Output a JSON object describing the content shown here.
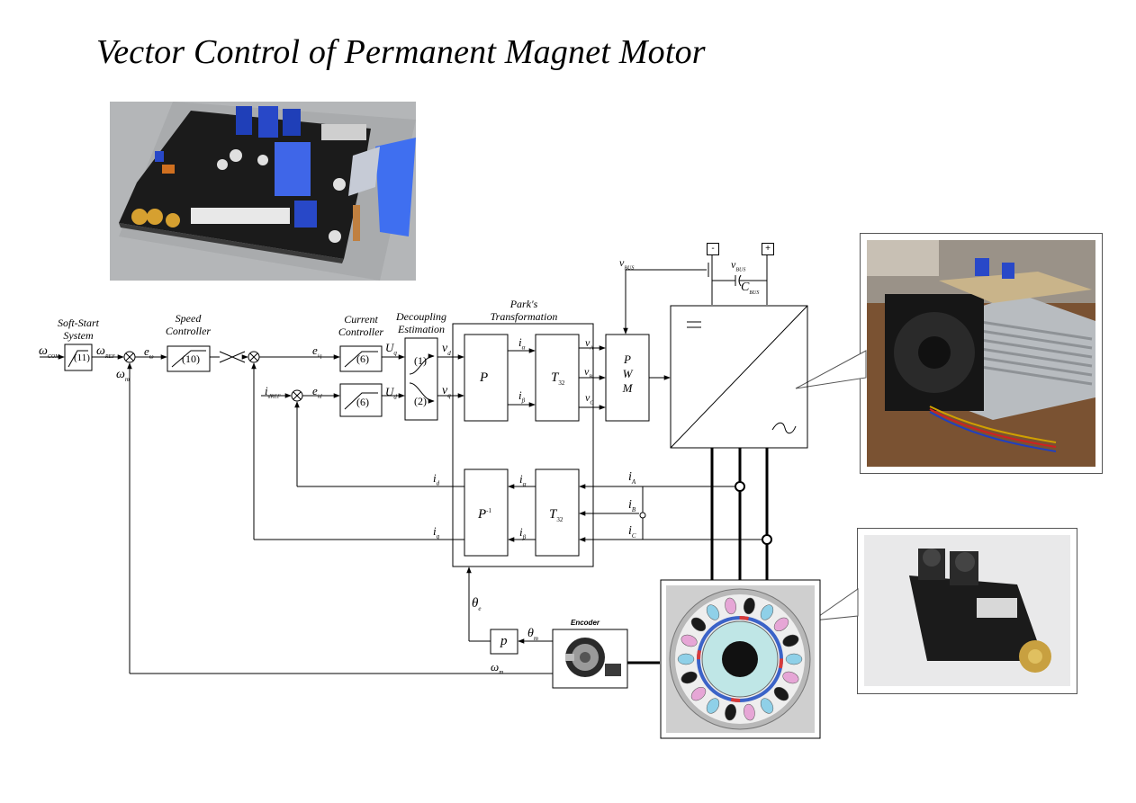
{
  "title": "Vector Control of Permanent Magnet Motor",
  "blocks": {
    "soft_start": "Soft-Start\nSystem",
    "soft_start_num": "(11)",
    "speed_controller": "Speed\nController",
    "speed_controller_num": "(10)",
    "current_controller": "Current\nController",
    "current_controller_num_q": "(6)",
    "current_controller_num_d": "(6)",
    "decoupling": "Decoupling\nEstimation",
    "decoupling_num1": "(1)",
    "decoupling_num2": "(2)",
    "park": "Park's\nTransformation",
    "park_P": "P",
    "park_T32": "T",
    "park_T32_sub": "32",
    "park_Pinv": "P",
    "park_Pinv_sup": "-1",
    "park_T32p": "T",
    "park_T32p_sub": "32",
    "pwm": "P\nW\nM",
    "p_block": "p",
    "encoder": "Encoder"
  },
  "signals": {
    "omega_com": "ω",
    "omega_com_sub": "COM",
    "omega_ref": "ω",
    "omega_ref_sub": "REF",
    "omega_m": "ω",
    "omega_m_sub": "m",
    "e_omega": "e",
    "e_omega_sub": "ω",
    "e_iq": "e",
    "e_iq_sub": "iq",
    "e_id": "e",
    "e_id_sub": "id",
    "i_dref": "i",
    "i_dref_sub": "dREF",
    "U_q": "U",
    "U_q_sub": "q",
    "U_d": "U",
    "U_d_sub": "d",
    "v_d": "v",
    "v_d_sub": "d",
    "v_q": "v",
    "v_q_sub": "q",
    "i_alpha_top": "i",
    "i_alpha_top_sub": "α",
    "i_beta_top": "i",
    "i_beta_top_sub": "β",
    "v_A": "v",
    "v_A_sub": "A",
    "v_B": "v",
    "v_B_sub": "B",
    "v_C": "v",
    "v_C_sub": "C",
    "i_d": "i",
    "i_d_sub": "d",
    "i_q": "i",
    "i_q_sub": "q",
    "i_alpha_bot": "i",
    "i_alpha_bot_sub": "α",
    "i_beta_bot": "i",
    "i_beta_bot_sub": "β",
    "i_A": "i",
    "i_A_sub": "A",
    "i_B": "i",
    "i_B_sub": "B",
    "i_C": "i",
    "i_C_sub": "C",
    "v_bus_left": "v",
    "v_bus_left_sub": "BUS",
    "v_bus_right": "v",
    "v_bus_right_sub": "BUS",
    "c_bus": "C",
    "c_bus_sub": "BUS",
    "theta_e": "θ",
    "theta_e_sub": "e",
    "theta_m": "θ",
    "theta_m_sub": "m",
    "omega_m_bottom": "ω",
    "omega_m_bottom_sub": "m"
  },
  "dc_terminals": {
    "minus": "-",
    "plus": "+"
  },
  "photos": {
    "pcb": "pcb-3d-render",
    "heatsink": "inverter-heatsink-photo",
    "servo": "servo-motor-photo",
    "motor_section": "pm-motor-cross-section"
  }
}
